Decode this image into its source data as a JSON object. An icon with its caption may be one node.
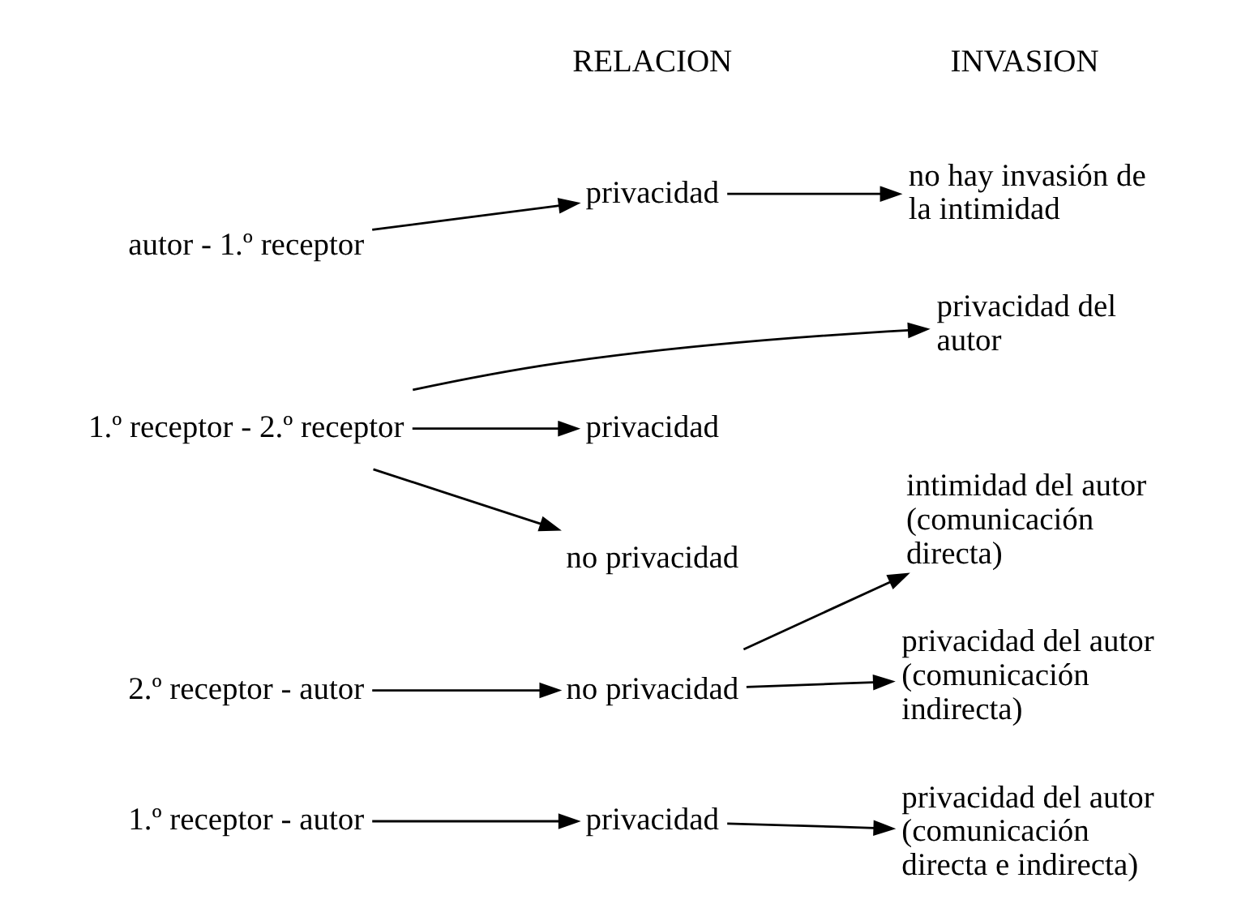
{
  "diagram": {
    "nodes": [
      {
        "text": [
          "autor - 1.º receptor"
        ]
      },
      {
        "text": [
          "privacidad"
        ]
      },
      {
        "text": [
          "no hay invasión de la intimidad"
        ]
      },
      {
        "text": [
          "1.º receptor - 2.º receptor"
        ]
      },
      {
        "text": [
          "privacidad"
        ]
      },
      {
        "text": [
          "privacidad del autor"
        ]
      },
      {
        "text": [
          "no privacidad"
        ]
      },
      {
        "text": [
          "intimidad del autor (comunicación directa)"
        ]
      },
      {
        "text": [
          "2.º receptor - autor"
        ]
      },
      {
        "text": [
          "no privacidad"
        ]
      },
      {
        "text": [
          "privacidad del autor (comunicación indirecta)"
        ]
      },
      {
        "text": [
          "1.º receptor - autor"
        ]
      },
      {
        "text": [
          "privacidad"
        ]
      },
      {
        "text": [
          "privacidad del autor (comunicación directa e indirecta)"
        ]
      }
    ],
    "edges": [
      {
        "from": 0,
        "to": 1,
        "arrow": "to"
      },
      {
        "from": 1,
        "to": 2,
        "arrow": "to"
      },
      {
        "from": 3,
        "to": 4,
        "arrow": "to"
      },
      {
        "from": 3,
        "to": 5,
        "arrow": "to"
      },
      {
        "from": 3,
        "to": 6,
        "arrow": "to"
      },
      {
        "from": 8,
        "to": 9,
        "arrow": "to"
      },
      {
        "from": 9,
        "to": 7,
        "arrow": "to"
      },
      {
        "from": 9,
        "to": 10,
        "arrow": "to"
      },
      {
        "from": 11,
        "to": 12,
        "arrow": "to"
      },
      {
        "from": 12,
        "to": 13,
        "arrow": "to"
      }
    ],
    "labels": [
      "RELACION",
      "INVASION"
    ]
  }
}
